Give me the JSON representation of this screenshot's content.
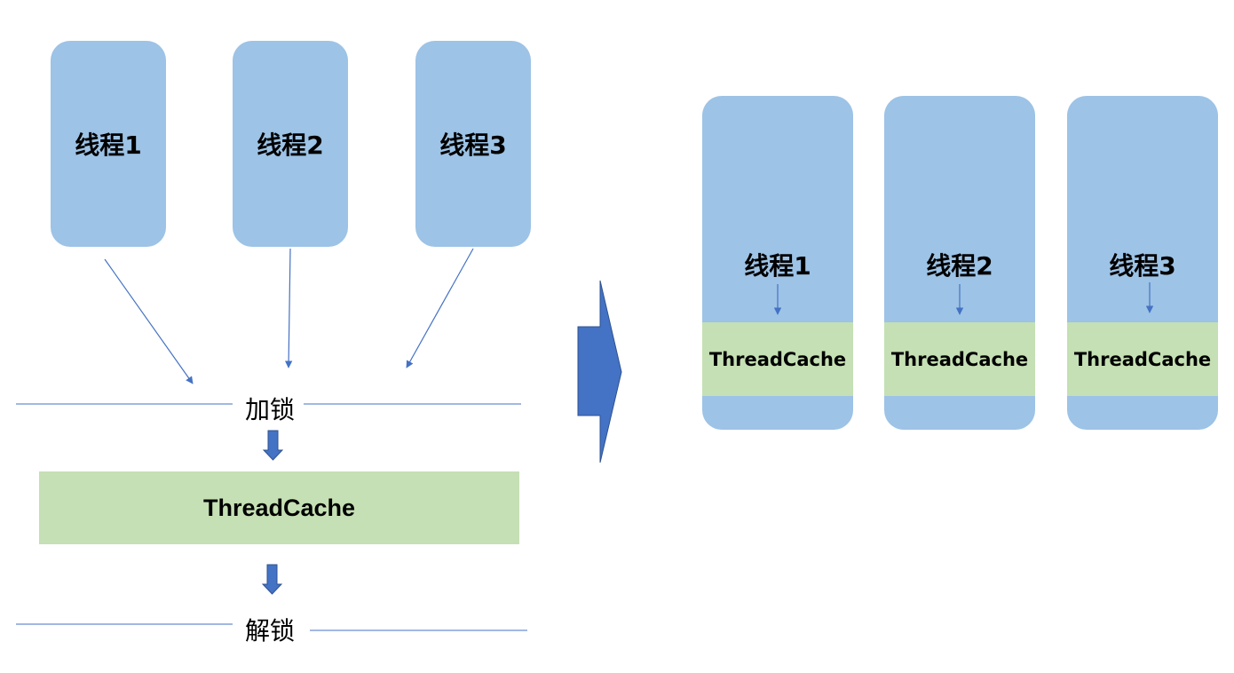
{
  "left": {
    "threads": [
      "线程1",
      "线程2",
      "线程3"
    ],
    "lock_label": "加锁",
    "cache_label": "ThreadCache",
    "unlock_label": "解锁"
  },
  "right": {
    "threads": [
      {
        "label": "线程1",
        "cache": "ThreadCache"
      },
      {
        "label": "线程2",
        "cache": "ThreadCache"
      },
      {
        "label": "线程3",
        "cache": "ThreadCache"
      }
    ]
  },
  "colors": {
    "thread_fill": "#9dc3e6",
    "cache_fill": "#c5e0b4",
    "arrow_blue": "#4472c4"
  }
}
